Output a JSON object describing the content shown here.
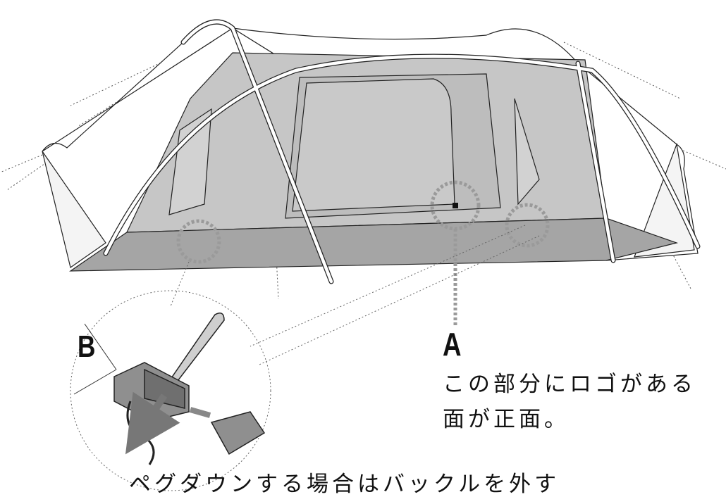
{
  "callout_a": {
    "letter": "A",
    "caption_line1": "この部分にロゴがある",
    "caption_line2": "面が正面。"
  },
  "callout_b": {
    "letter": "B",
    "caption": "ペグダウンする場合はバックルを外す"
  },
  "colors": {
    "tent_body": "#c6c6c6",
    "tent_floor": "#a5a5a5",
    "callout_dots": "#9a9a9a",
    "line": "#333333"
  },
  "icons": [
    "tent-illustration",
    "peg-icon",
    "buckle-icon",
    "arrow-icon"
  ]
}
